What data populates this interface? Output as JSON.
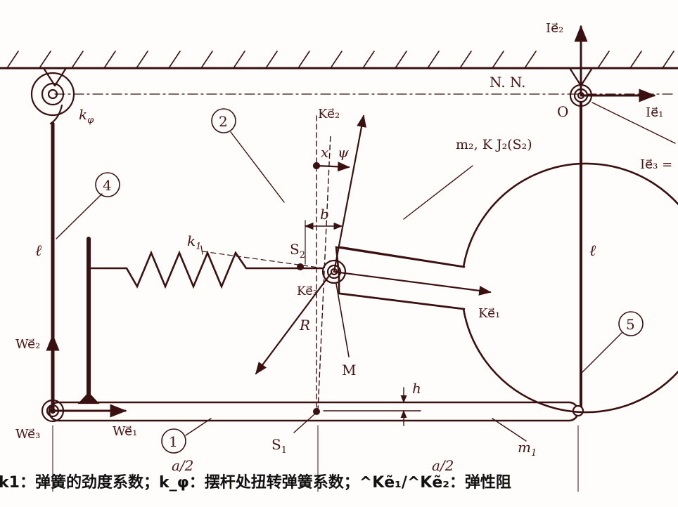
{
  "labels": {
    "NN": "N. N.",
    "O": "O",
    "k_phi": "k",
    "k_phi_sub": "φ",
    "c2": "2",
    "c4": "4",
    "c1": "1",
    "c5": "5",
    "ell_left": "ℓ",
    "ell_right": "ℓ",
    "k1": "k",
    "k1_sub": "1",
    "S2": "S",
    "S2_sub": "2",
    "S1": "S",
    "S1_sub": "1",
    "M": "M",
    "R": "R",
    "b": "b",
    "x": "x",
    "psi": "ψ",
    "h": "h",
    "m2J": "m₂, K J₂(S₂)",
    "m1": "m",
    "m1_sub": "1",
    "a2_left": "a/2",
    "a2_right": "a/2",
    "Ke2": "Ke⃗₂",
    "Ke1": "Ke⃗₁",
    "Ke3": "Ke⃗₃",
    "We1": "We⃗₁",
    "We2": "We⃗₂",
    "We3": "We⃗₃",
    "Ie1": "Ie⃗₁",
    "Ie2": "Ie⃗₂",
    "Ie3": "Ie⃗₃ ="
  },
  "caption": "k1：弹簧的劲度系数；k_φ：摆杆处扭转弹簧系数；^Kẽ₁/^Kẽ₂：弹性阻"
}
